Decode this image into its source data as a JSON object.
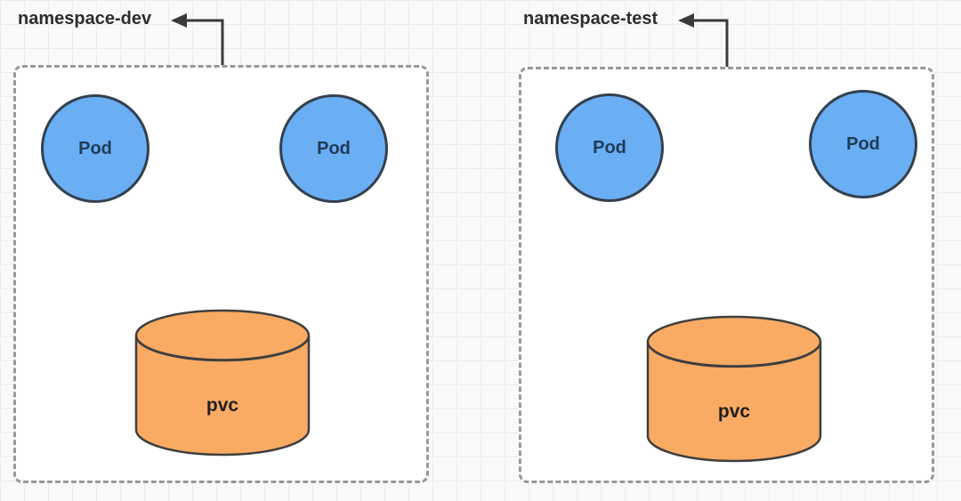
{
  "diagram": {
    "type": "kubernetes-namespace-diagram",
    "colors": {
      "background": "#fafafa",
      "grid_line": "#ececee",
      "box_fill": "#ffffff",
      "box_border": "#999999",
      "pod_fill": "#6aaef3",
      "pod_stroke": "#33414f",
      "pod_text": "#1f3b57",
      "pvc_fill": "#f9ab64",
      "pvc_stroke": "#3f3f3f",
      "pvc_text": "#1f1f1f",
      "arrow": "#3a3a3a",
      "label_text": "#2d2d2d"
    },
    "namespaces": [
      {
        "id": "dev",
        "label": "namespace-dev",
        "pods": [
          {
            "label": "Pod"
          },
          {
            "label": "Pod"
          }
        ],
        "pvc": {
          "label": "pvc"
        }
      },
      {
        "id": "test",
        "label": "namespace-test",
        "pods": [
          {
            "label": "Pod"
          },
          {
            "label": "Pod"
          }
        ],
        "pvc": {
          "label": "pvc"
        }
      }
    ]
  }
}
